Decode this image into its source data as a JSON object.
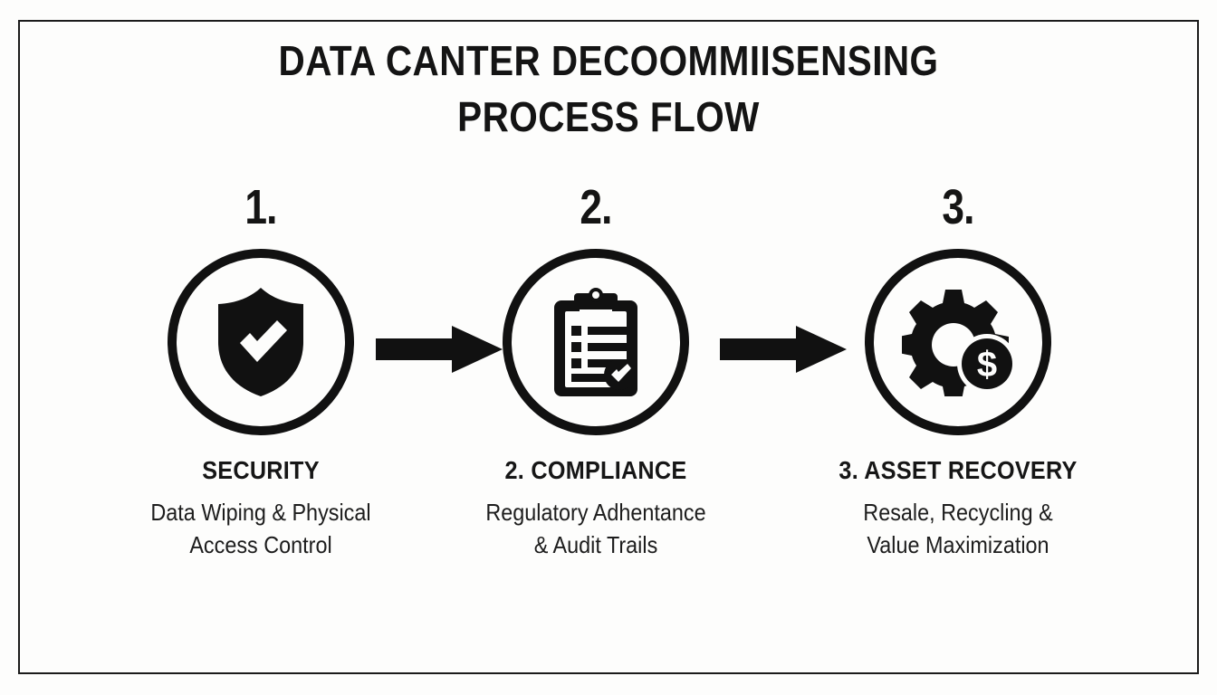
{
  "page": {
    "background_color": "#fdfdfc",
    "ink_color": "#111111",
    "border_color": "#1b1b1b"
  },
  "title": {
    "line1": "DATA CANTER DECOOMMIISENSING",
    "line2": "PROCESS FLOW"
  },
  "steps": [
    {
      "number": "1.",
      "heading": "SECURITY",
      "description_line1": "Data Wiping & Physical",
      "description_line2": "Access Control",
      "icon": "shield-check-icon"
    },
    {
      "number": "2.",
      "heading": "2. COMPLIANCE",
      "description_line1": "Regulatory Adhentance",
      "description_line2": "& Audit Trails",
      "icon": "clipboard-checklist-icon"
    },
    {
      "number": "3.",
      "heading": "3. ASSET RECOVERY",
      "description_line1": "Resale, Recycling &",
      "description_line2": "Value Maximization",
      "icon": "gear-dollar-icon"
    }
  ],
  "connectors": [
    {
      "name": "arrow-right-icon",
      "from": "step-1",
      "to": "step-2"
    },
    {
      "name": "arrow-right-icon",
      "from": "step-2",
      "to": "step-3"
    }
  ]
}
